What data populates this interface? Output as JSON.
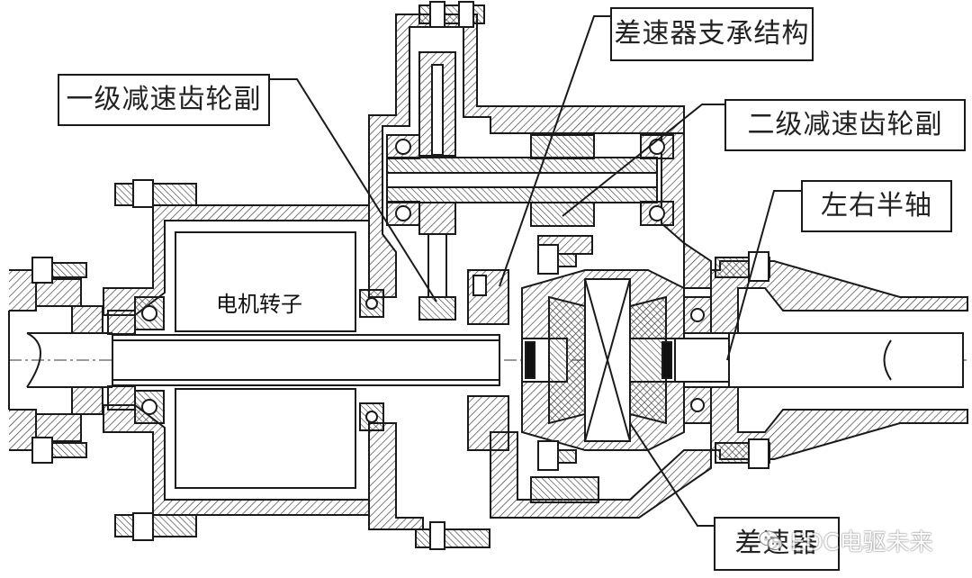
{
  "labels": {
    "differential_support": "差速器支承结构",
    "first_stage_gear": "一级减速齿轮副",
    "second_stage_gear": "二级减速齿轮副",
    "half_shafts": "左右半轴",
    "differential": "差速器",
    "motor_rotor": "电机转子"
  },
  "watermark": {
    "text": "EDC电驱未来",
    "icon": "wechat-icon"
  },
  "colors": {
    "line": "#1a1a1a",
    "hatch": "#333333",
    "background": "#ffffff"
  }
}
